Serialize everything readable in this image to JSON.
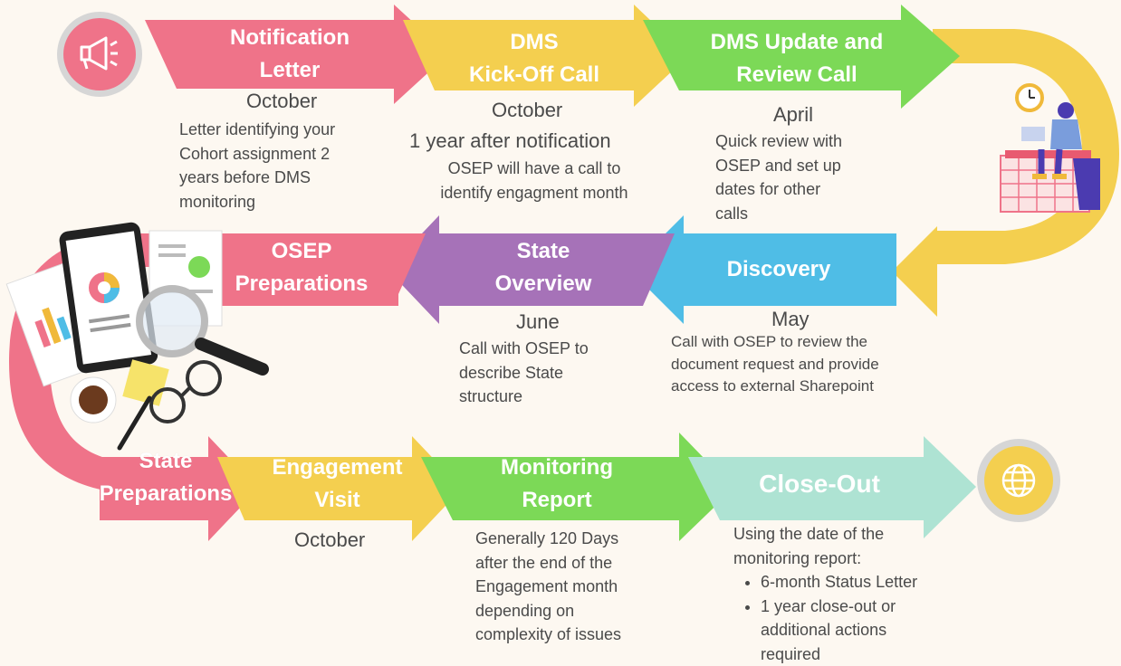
{
  "stages": {
    "notification": {
      "label_line1": "Notification",
      "label_line2": "Letter",
      "month": "October",
      "description": [
        "Letter identifying your",
        "Cohort assignment 2",
        "years before DMS",
        "monitoring"
      ],
      "color": "#ef7389"
    },
    "kickoff": {
      "label_line1": "DMS",
      "label_line2": "Kick-Off Call",
      "month": "October",
      "month_sub": "1 year after notification",
      "description": [
        "OSEP will have a call to",
        "identify engagment month"
      ],
      "color": "#f4cf4f"
    },
    "update_review": {
      "label_line1": "DMS Update and",
      "label_line2": "Review Call",
      "month": "April",
      "description": [
        "Quick review with",
        "OSEP and set up",
        "dates for other",
        "calls"
      ],
      "color": "#7cd957"
    },
    "discovery": {
      "label_line1": "Discovery",
      "month": "May",
      "description": [
        "Call with OSEP to review the",
        "document request and provide",
        "access to external Sharepoint"
      ],
      "color": "#4fbde6"
    },
    "state_overview": {
      "label_line1": "State",
      "label_line2": "Overview",
      "month": "June",
      "description": [
        "Call with OSEP to",
        "describe State",
        "structure"
      ],
      "color": "#a672b8"
    },
    "osep_prep": {
      "label_line1": "OSEP",
      "label_line2": "Preparations",
      "color": "#ef7389"
    },
    "state_prep": {
      "label_line1": "State",
      "label_line2": "Preparations",
      "color": "#ef7389"
    },
    "engagement": {
      "label_line1": "Engagement",
      "label_line2": "Visit",
      "month": "October",
      "color": "#f4cf4f"
    },
    "monitoring_report": {
      "label_line1": "Monitoring",
      "label_line2": "Report",
      "description": [
        "Generally 120 Days",
        "after the end of the",
        "Engagement month",
        "depending on",
        "complexity of issues"
      ],
      "color": "#7cd957"
    },
    "closeout": {
      "label_line1": "Close-Out",
      "description_intro": [
        "Using the date of the",
        "monitoring report:"
      ],
      "bullets": [
        "6-month Status Letter",
        "1 year close-out or\nadditional actions\nrequired"
      ],
      "color": "#aee3d3"
    }
  },
  "icons": {
    "start": "megaphone-icon",
    "end": "globe-icon",
    "person": "person-with-laptop-illustration",
    "documents": "documents-and-magnifier-illustration"
  },
  "colors": {
    "background": "#fdf8f1",
    "pink": "#ef7389",
    "yellow": "#f4cf4f",
    "green": "#7cd957",
    "blue": "#4fbde6",
    "purple": "#a672b8",
    "mint": "#aee3d3",
    "ring": "#d6d6d6"
  }
}
